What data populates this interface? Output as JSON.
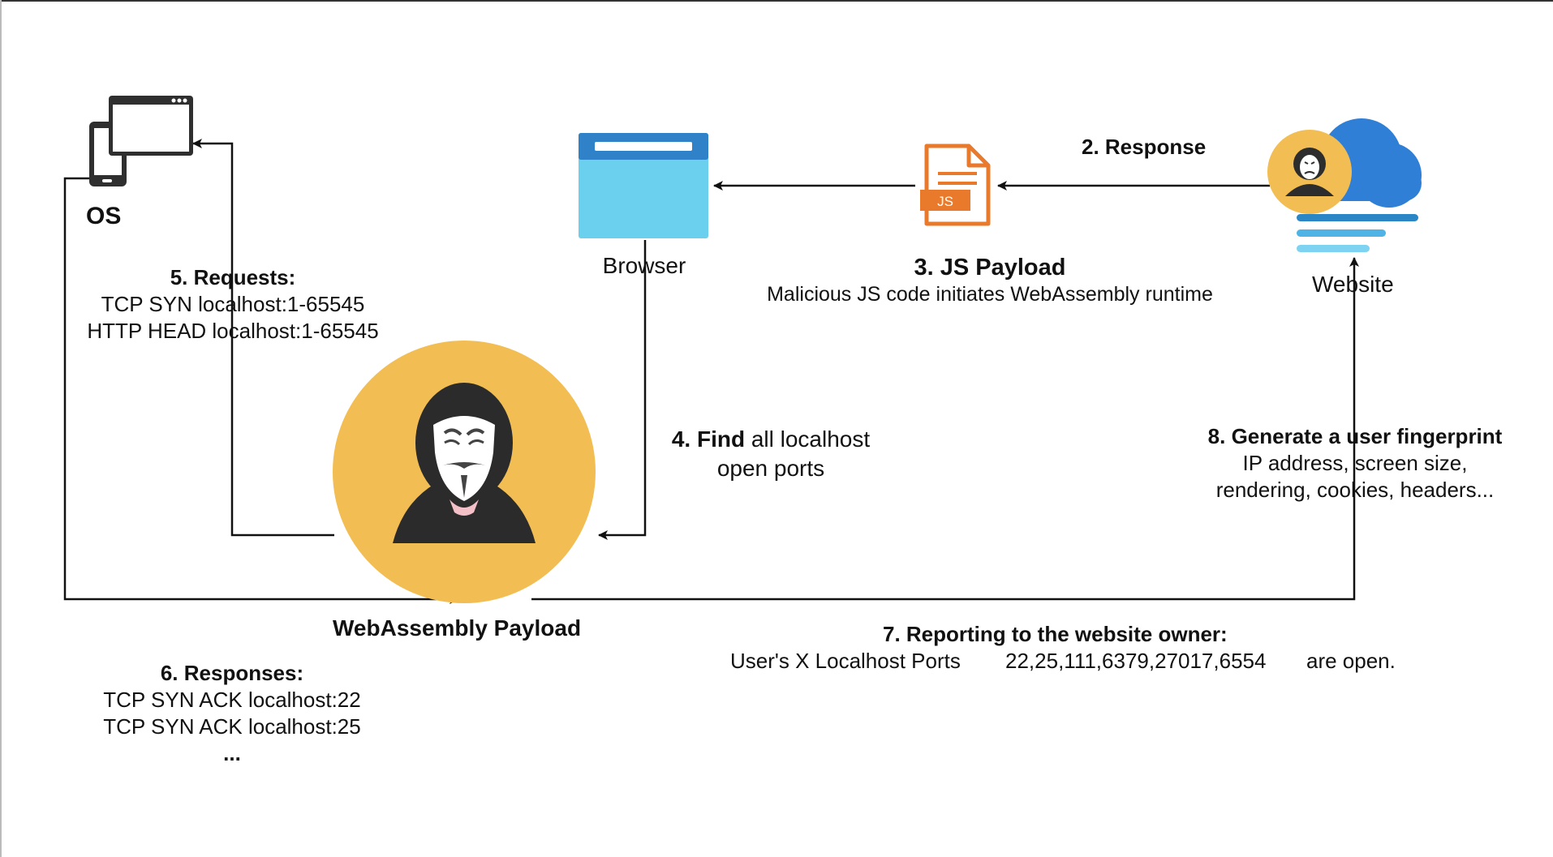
{
  "nodes": {
    "os": {
      "label": "OS",
      "icon": "os-devices-icon"
    },
    "browser": {
      "label": "Browser",
      "icon": "browser-window-icon"
    },
    "js_payload": {
      "icon": "js-file-icon",
      "badge": "JS"
    },
    "website": {
      "label": "Website",
      "icon": "hacker-cloud-icon"
    },
    "wasm": {
      "label": "WebAssembly Payload",
      "icon": "hacker-mask-icon"
    }
  },
  "steps": {
    "response": {
      "title": "2. Response"
    },
    "js_payload": {
      "title": "3. JS Payload",
      "desc": "Malicious JS code initiates WebAssembly runtime"
    },
    "find_ports": {
      "title_bold": "4. Find",
      "title_rest": " all localhost",
      "line2": "open ports"
    },
    "requests": {
      "title": "5. Requests:",
      "lines": [
        "TCP SYN localhost:1-65545",
        "HTTP HEAD localhost:1-65545"
      ]
    },
    "responses": {
      "title": "6.  Responses:",
      "lines": [
        "TCP SYN ACK localhost:22",
        "TCP SYN ACK localhost:25"
      ],
      "ellipsis": "..."
    },
    "reporting": {
      "title": "7. Reporting to the website owner:",
      "part1": "User's X Localhost Ports",
      "ports": "22,25,111,6379,27017,6554",
      "part3": "are open."
    },
    "fingerprint": {
      "title": "8.  Generate a user fingerprint",
      "lines": [
        "IP address, screen size,",
        "rendering, cookies, headers..."
      ]
    }
  },
  "colors": {
    "browser_bar": "#2f82c8",
    "browser_body": "#6ad0ee",
    "js_orange": "#e97a2b",
    "hacker_gold": "#f2bd52",
    "cloud_blue": "#2f7fd6",
    "line": "#111111"
  }
}
